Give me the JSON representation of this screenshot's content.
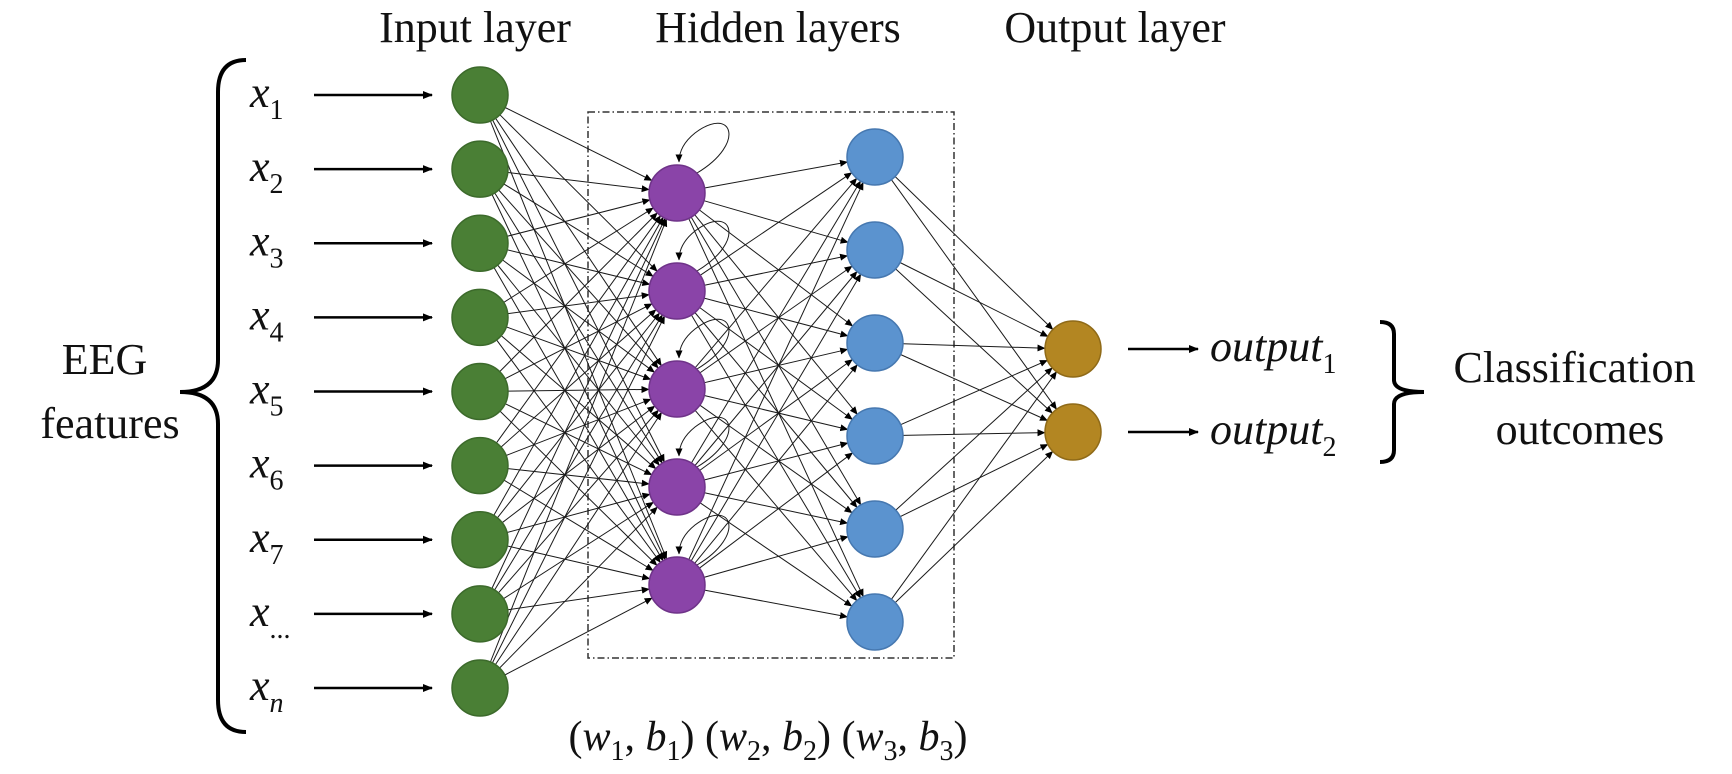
{
  "layers": {
    "input_title": "Input layer",
    "hidden_title": "Hidden layers",
    "output_title": "Output layer"
  },
  "inputs": {
    "group_label_line1": "EEG",
    "group_label_line2": "features",
    "variable": "x",
    "subscripts": [
      "1",
      "2",
      "3",
      "4",
      "5",
      "6",
      "7",
      "...",
      "n"
    ]
  },
  "outputs": {
    "variable": "output",
    "subscripts": [
      "1",
      "2"
    ],
    "group_label_line1": "Classification",
    "group_label_line2": "outcomes"
  },
  "params": {
    "w": "w",
    "b": "b",
    "indices": [
      "1",
      "2",
      "3"
    ]
  },
  "nodes": {
    "input_count": 9,
    "hidden1_count": 5,
    "hidden2_count": 6,
    "output_count": 2
  },
  "colors": {
    "input": "#4a7f35",
    "input_stroke": "#3c6a2b",
    "hidden1": "#8a44a8",
    "hidden1_stroke": "#6f3389",
    "hidden2": "#5b93cf",
    "hidden2_stroke": "#4678b0",
    "output": "#b38622",
    "output_stroke": "#8f6a18"
  }
}
